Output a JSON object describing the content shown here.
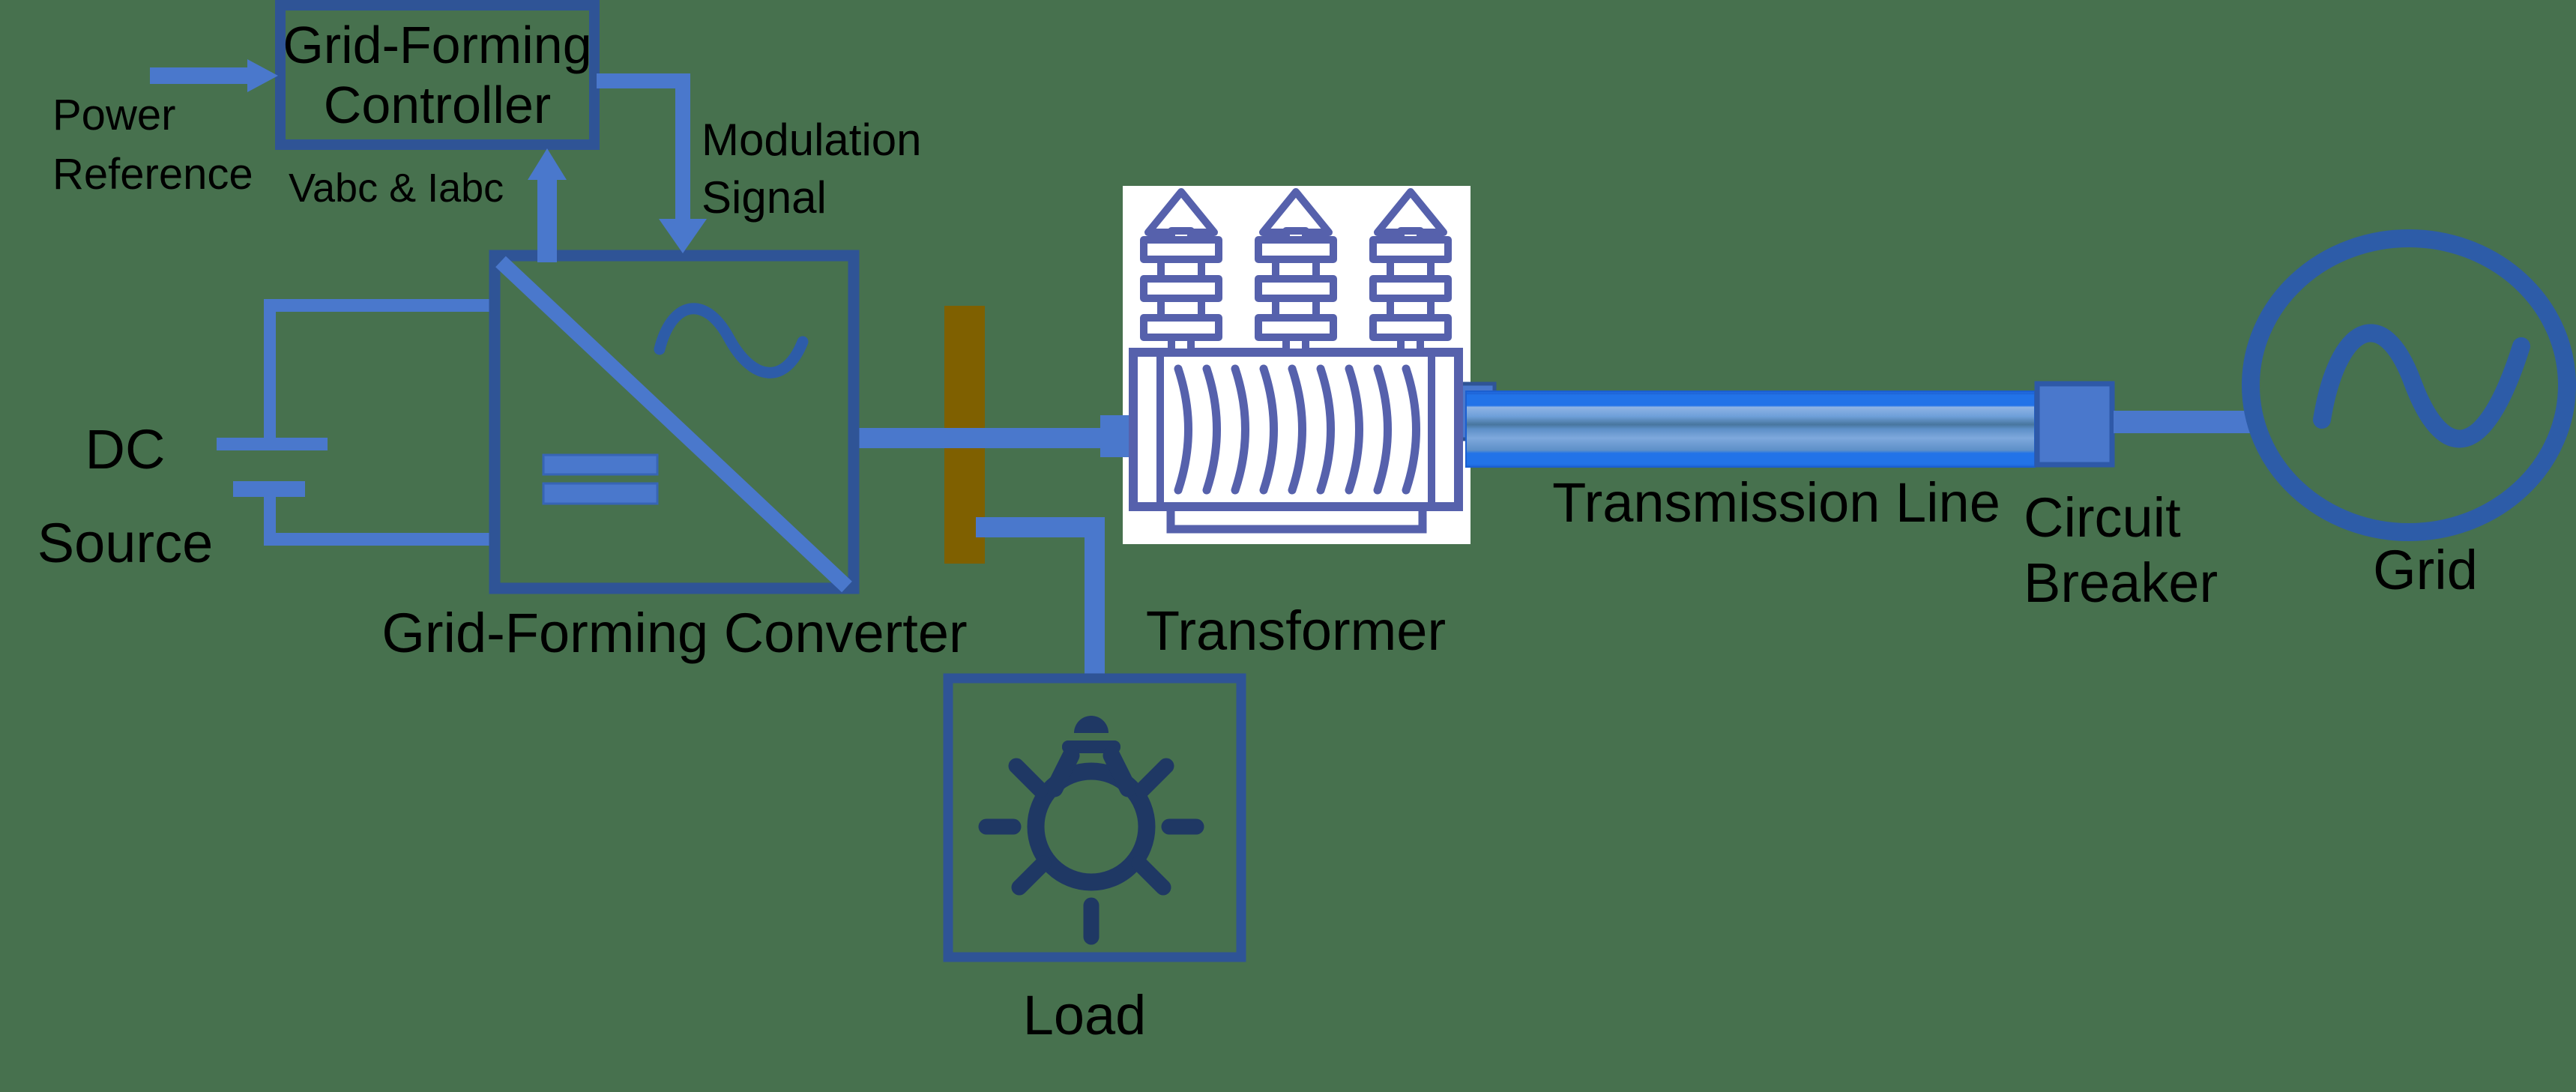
{
  "labels": {
    "power_reference": {
      "line1": "Power",
      "line2": "Reference"
    },
    "controller": {
      "line1": "Grid-Forming",
      "line2": "Controller"
    },
    "vabc": "Vabc & Iabc",
    "modulation": {
      "line1": "Modulation",
      "line2": "Signal"
    },
    "dc_source": {
      "line1": "DC",
      "line2": "Source"
    },
    "converter": "Grid-Forming Converter",
    "load": "Load",
    "transformer": "Transformer",
    "transmission_line": "Transmission Line",
    "circuit_breaker": {
      "line1": "Circuit",
      "line2": "Breaker"
    },
    "grid": "Grid"
  },
  "icons": {
    "converter": "dc-ac-inverter-icon",
    "dc_source": "battery-icon",
    "bus": "bus-bar",
    "load": "lightbulb-icon",
    "transformer": "three-phase-transformer-icon",
    "transmission_line": "transmission-line-bar",
    "circuit_breaker": "breaker-square",
    "grid": "ac-source-circle-icon",
    "arrows": "flow-arrow-icon"
  },
  "colors": {
    "background": "#47714E",
    "text": "#000000",
    "wire_blue": "#4A78CC",
    "box_border_blue": "#2F5496",
    "symbol_dark_blue": "#2D5CA8",
    "bulb_navy": "#1F3864",
    "bus_bar_brown": "#7F6000",
    "transformer_indigo": "#5661AC",
    "transformer_bg": "#FFFFFF",
    "transmission_bright": "#2273E8",
    "transmission_light": "#8FB4E4",
    "transmission_mid": "#6FA0DA",
    "transmission_dark": "#48769F",
    "breaker_fill": "#4A78CC"
  }
}
